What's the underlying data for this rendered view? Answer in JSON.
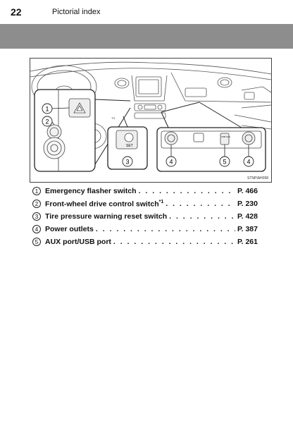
{
  "header": {
    "page_number": "22",
    "section_title": "Pictorial index"
  },
  "figure": {
    "code": "STNPIAH098",
    "callouts": [
      "1",
      "2",
      "3",
      "4",
      "5",
      "4"
    ],
    "switch_label": "SET",
    "port_label": "USB AUX",
    "small_label": "TS"
  },
  "index": [
    {
      "num": "1",
      "label": "Emergency flasher switch",
      "sup": "",
      "page": "P. 466"
    },
    {
      "num": "2",
      "label": "Front-wheel drive control switch",
      "sup": "*1",
      "page": "P. 230"
    },
    {
      "num": "3",
      "label": "Tire pressure warning reset switch",
      "sup": "",
      "page": "P. 428"
    },
    {
      "num": "4",
      "label": "Power outlets",
      "sup": "",
      "page": "P. 387"
    },
    {
      "num": "5",
      "label": "AUX port/USB port",
      "sup": "",
      "page": "P. 261"
    }
  ]
}
